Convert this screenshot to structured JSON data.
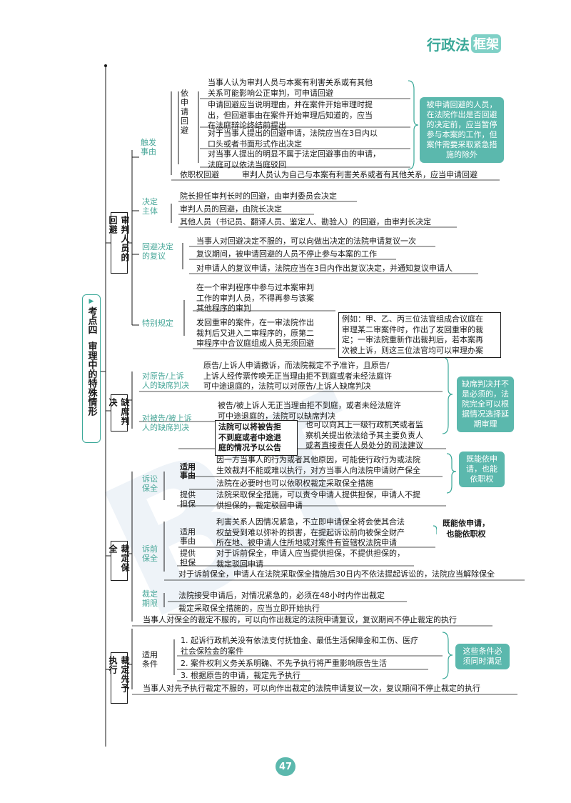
{
  "header": {
    "brand": "行政法",
    "brand_box": "框架"
  },
  "page_number": "47",
  "watermark": "BT",
  "topic": {
    "label": "考点四",
    "title": "审理中的特殊情形"
  },
  "sections": {
    "recusal": {
      "title": "审判人员的回避",
      "trigger": "触发\n事由",
      "by_application": "依\n申\n请\n回\n避",
      "app_items": [
        "当事人认为审判人员与本案有利害关系或有其他\n关系可能影响公正审判，可申请回避",
        "申请回避应当说明理由，并在案件开始审理时提\n出，但回避事由在案件开始审理后知道的，应当\n在法庭辩论终结前提出",
        "对于当事人提出的回避申请，法院应当在3日内以\n口头或者书面形式作出决定",
        "对当事人提出的明显不属于法定回避事由的申请，\n法庭可以依法当庭驳回"
      ],
      "app_note": "被申请回避的人员，\n在法院作出是否回避\n的决定前，应当暂停\n参与本案的工作，但\n案件需要采取紧急措\n施的除外",
      "ex_officio_label": "依职权回避",
      "ex_officio_text": "审判人员认为自己与本案有利害关系或者有其他关系，应当申请回避",
      "decision": "决定\n主体",
      "decision_items": [
        "院长担任审判长时的回避，由审判委员会决定",
        "审判人员的回避，由院长决定",
        "其他人员（书记员、翻译人员、鉴定人、勘验人）的回避，由审判长决定"
      ],
      "review": "回避决定\n的复议",
      "review_items": [
        "当事人对回避决定不服的，可以向做出决定的法院申请复议一次",
        "复议期间，被申请回避的人员不停止参与本案的工作",
        "对申请人的复议申请，法院应当在3日内作出复议决定，并通知复议申请人"
      ],
      "special": "特别规定",
      "special_items": [
        "在一个审判程序中参与过本案审判\n工作的审判人员，不得再参与该案\n其他程序的审判",
        "发回重审的案件，在一审法院作出\n裁判后又进入二审程序的，原第二\n审程序中合议庭组成人员无须回避"
      ],
      "example": "例如：甲、乙、丙三位法官组成合议庭在\n审理某二审案件时，作出了发回重审的裁\n定；一审法院重新作出裁判后，若本案再\n次被上诉，则这三位法官均可以审理办案"
    },
    "default": {
      "title": "缺席判决",
      "plaintiff": "对原告/上诉\n人的缺席判决",
      "plaintiff_text": "原告/上诉人申请撤诉，而法院裁定不予准许，且原告/\n上诉人经传票传唤无正当理由拒不到庭或者未经法庭许\n可中途退庭的，法院可以对原告/上诉人缺席判决",
      "defendant": "对被告/被上诉\n人的缺席判决",
      "defendant_text": "被告/被上诉人无正当理由拒不到庭，或者未经法庭许\n可中途退庭的，法院可以缺席判决",
      "defendant_box": "法院可以将被告拒\n不到庭或者中途退\n庭的情况予以公告",
      "defendant_extra": "也可以向其上一级行政机关或者监\n察机关提出依法给予其主要负责人\n或者直接责任人员处分的司法建议",
      "note": "缺席判决并不\n是必须的，法\n院完全可以根\n据情况选择延\n期审理"
    },
    "preservation": {
      "title": "裁定保全",
      "litigation": "诉讼\n保全",
      "lit_cond": "适用\n事由",
      "lit_cond_items": [
        "因一方当事人的行为或者其他原因，可能使行政行为或法院\n生效裁判不能或难以执行，对方当事人向法院申请财产保全",
        "法院在必要时也可以依职权裁定采取保全措施"
      ],
      "lit_note": "既能依申\n请，也能\n依职权",
      "lit_guar": "提供\n担保",
      "lit_guar_text": "法院采取保全措施，可以责令申请人提供担保，申请人不提\n供担保的，裁定驳回申请",
      "pre": "诉前\n保全",
      "pre_cond": "适用\n事由",
      "pre_cond_text": "利害关系人因情况紧急，不立即申请保全将会使其合法\n权益受到难以弥补的损害，在提起诉讼前向被保全财产\n所在地、被申请人住所地或对案件有管辖权法院申请",
      "pre_note": "既能依申请，\n也能依职权",
      "pre_guar": "提供\n担保",
      "pre_guar_text": "对于诉前保全，申请人应当提供担保，不提供担保的，\n裁定驳回申请",
      "pre_final": "对于诉前保全，申请人在法院采取保全措施后30日内不依法提起诉讼的，法院应当解除保全",
      "period": "裁定\n期限",
      "period_items": [
        "法院接受申请后，对情况紧急的，必须在48小时内作出裁定",
        "裁定采取保全措施的，应当立即开始执行"
      ],
      "final": "当事人对保全的裁定不服的，可以向作出裁定的法院申请复议，复议期间不停止裁定的执行"
    },
    "advance": {
      "title": "裁定先予执行",
      "cond": "适用\n条件",
      "cond_items": [
        "1. 起诉行政机关没有依法支付抚恤金、最低生活保障金和工伤、医疗\n社会保险金的案件",
        "2. 案件权利义务关系明确、不先予执行将严重影响原告生活",
        "3. 根据原告的申请，裁定先予执行"
      ],
      "note": "这些条件必\n须同时满足",
      "final": "当事人对先予执行裁定不服的，可以向作出裁定的法院申请复议一次，复议期间不停止裁定的执行"
    }
  }
}
